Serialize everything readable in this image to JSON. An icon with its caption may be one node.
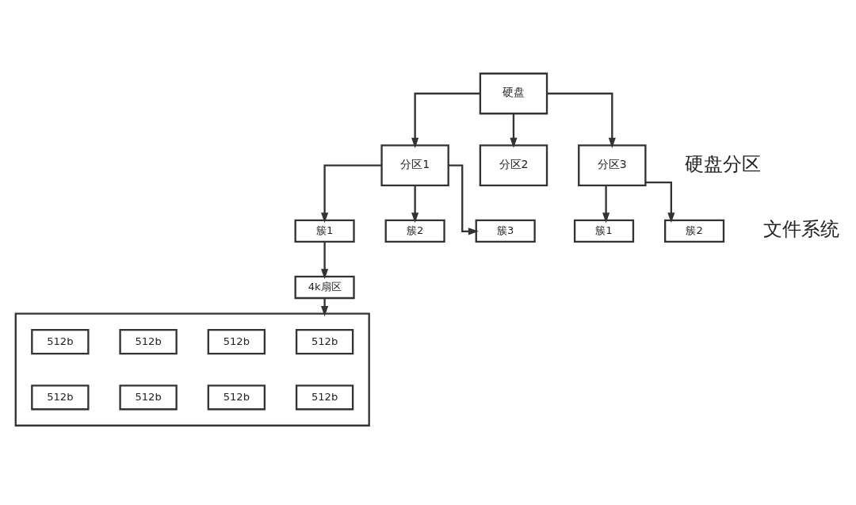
{
  "diagram": {
    "nodes": [
      {
        "text": [
          "硬盘"
        ]
      },
      {
        "text": [
          "分区1"
        ]
      },
      {
        "text": [
          "分区2"
        ]
      },
      {
        "text": [
          "分区3"
        ]
      },
      {
        "text": [
          "簇1"
        ]
      },
      {
        "text": [
          "簇2"
        ]
      },
      {
        "text": [
          "簇3"
        ]
      },
      {
        "text": [
          "簇1"
        ]
      },
      {
        "text": [
          "簇2"
        ]
      },
      {
        "text": [
          "4k扇区"
        ]
      },
      {
        "text": [],
        "shape": "box"
      },
      {
        "text": [
          "512b"
        ],
        "in": 10
      },
      {
        "text": [
          "512b"
        ],
        "in": 10
      },
      {
        "text": [
          "512b"
        ],
        "in": 10
      },
      {
        "text": [
          "512b"
        ],
        "in": 10
      },
      {
        "text": [
          "512b"
        ],
        "in": 10
      },
      {
        "text": [
          "512b"
        ],
        "in": 10
      },
      {
        "text": [
          "512b"
        ],
        "in": 10
      },
      {
        "text": [
          "512b"
        ],
        "in": 10
      }
    ],
    "edges": [
      {
        "from": 0,
        "to": 1,
        "arrow": "to"
      },
      {
        "from": 0,
        "to": 2,
        "arrow": "to"
      },
      {
        "from": 0,
        "to": 3,
        "arrow": "to"
      },
      {
        "from": 1,
        "to": 4,
        "arrow": "to"
      },
      {
        "from": 1,
        "to": 5,
        "arrow": "to"
      },
      {
        "from": 1,
        "to": 6,
        "arrow": "to"
      },
      {
        "from": 3,
        "to": 7,
        "arrow": "to"
      },
      {
        "from": 3,
        "to": 8,
        "arrow": "to"
      },
      {
        "from": 4,
        "to": 9,
        "arrow": "to"
      },
      {
        "from": 9,
        "to": 10,
        "arrow": "to"
      }
    ],
    "labels": [
      "硬盘分区",
      "文件系统"
    ]
  }
}
